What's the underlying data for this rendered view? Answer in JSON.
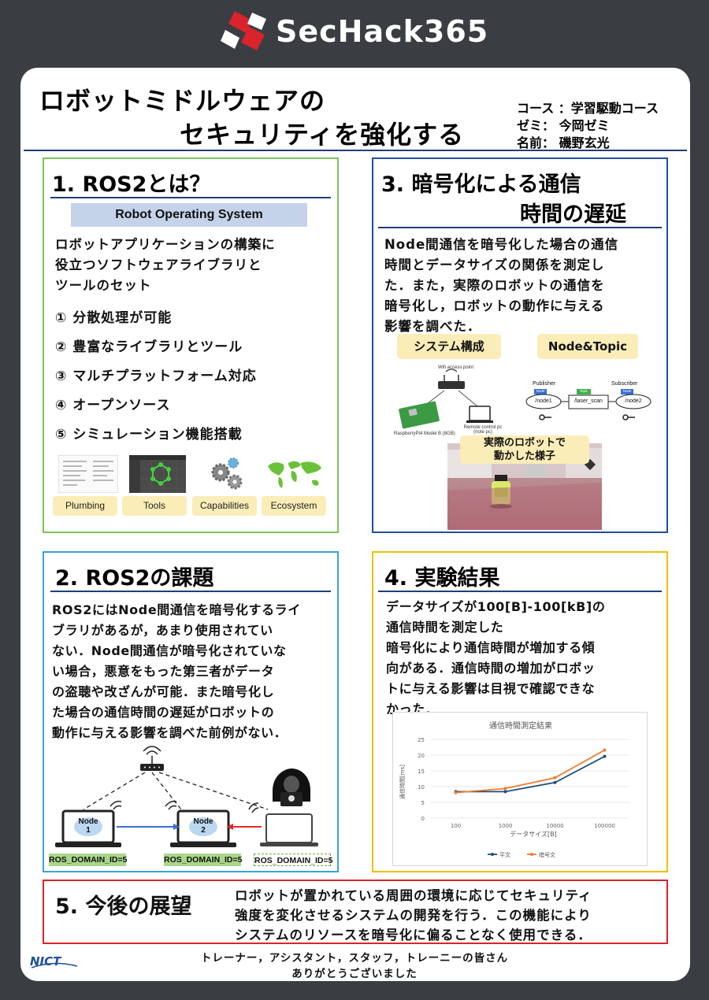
{
  "header": {
    "logo_text": "SecHack365"
  },
  "title": {
    "line1": "ロボットミドルウェアの",
    "line2": "セキュリティを強化する"
  },
  "meta": {
    "course": "コース ：学習駆動コース",
    "seminar": "ゼミ： 今岡ゼミ",
    "name": "名前： 磯野玄光"
  },
  "section1": {
    "title": "1. ROS2とは？",
    "banner": "Robot Operating System",
    "intro": [
      "ロボットアプリケーションの構築に",
      "役立つソフトウェアライブラリと",
      "ツールのセット"
    ],
    "features": [
      "① 分散処理が可能",
      "② 豊富なライブラリとツール",
      "③ マルチプラットフォーム対応",
      "④ オープンソース",
      "⑤ シミュレーション機能搭載"
    ],
    "tags": [
      "Plumbing",
      "Tools",
      "Capabilities",
      "Ecosystem"
    ]
  },
  "section2": {
    "title": "2. ROS2の課題",
    "text": [
      "ROS2にはNode間通信を暗号化するライ",
      "ブラリがあるが，あまり使用されてい",
      "ない．Node間通信が暗号化されていな",
      "い場合，悪意をもった第三者がデータ",
      "の盗聴や改ざんが可能．また暗号化し",
      "た場合の通信時間の遅延がロボットの",
      "動作に与える影響を調べた前例がない．"
    ],
    "diagram": {
      "node1": [
        "Node",
        "1"
      ],
      "node2": [
        "Node",
        "2"
      ],
      "domain_tags": [
        "ROS_DOMAIN_ID=5",
        "ROS_DOMAIN_ID=5",
        "ROS_DOMAIN_ID=5"
      ]
    }
  },
  "section3": {
    "title_line1": "3. 暗号化による通信",
    "title_line2": "時間の遅延",
    "text": [
      "Node間通信を暗号化した場合の通信",
      "時間とデータサイズの関係を測定し",
      "た．また，実際のロボットの通信を",
      "暗号化し，ロボットの動作に与える",
      "影響を調べた．"
    ],
    "pill_system": "システム構成",
    "pill_topic": "Node&Topic",
    "topic_diagram": {
      "publisher": "Publisher",
      "subscriber": "Subscriber",
      "node_label": "Node",
      "topic_label": "Topic",
      "node1": "/node1",
      "topic": "/laser_scan",
      "node2": "/node2"
    },
    "system_diagram": {
      "ap": "Wifi access point",
      "rpi": "RaspberryPi4 Model B (8GB)",
      "pc": "Remote control pc (note pc)"
    },
    "photo_caption": [
      "実際のロボットで",
      "動かした様子"
    ]
  },
  "section4": {
    "title": "4. 実験結果",
    "text": [
      "データサイズが100[B]-100[kB]の",
      "通信時間を測定した",
      "暗号化により通信時間が増加する傾",
      "向がある．通信時間の増加がロボッ",
      "トに与える影響は目視で確認できな",
      "かった．"
    ]
  },
  "chart_data": {
    "type": "line",
    "title": "通信時間測定結果",
    "xlabel": "データサイズ[B]",
    "ylabel": "通信時間[ms]",
    "categories": [
      "100",
      "1000",
      "10000",
      "100000"
    ],
    "series": [
      {
        "name": "平文",
        "values": [
          8.4,
          8.4,
          11.3,
          19.6
        ],
        "color": "#1f4e79"
      },
      {
        "name": "暗号文",
        "values": [
          8.1,
          9.4,
          12.8,
          21.6
        ],
        "color": "#ed7d31"
      }
    ],
    "ylim": [
      0,
      25
    ],
    "yticks": [
      "0",
      "5",
      "10",
      "15",
      "20",
      "25"
    ],
    "legend": "bottom"
  },
  "section5": {
    "title": "5. 今後の展望",
    "text": [
      "ロボットが置かれている周囲の環境に応じてセキュリティ",
      "強度を変化させるシステムの開発を行う．この機能により",
      "システムのリソースを暗号化に偏ることなく使用できる．"
    ]
  },
  "footer": {
    "line1": "トレーナー，アシスタント，スタッフ，トレーニーの皆さん",
    "line2": "ありがとうございました",
    "nict": "NICT"
  },
  "colors": {
    "background": "#3a3d42",
    "section1_border": "#7cc35a",
    "section2_border": "#3aa2dc",
    "section3_border": "#1f4fa0",
    "section4_border": "#f0c000",
    "section5_border": "#d9242b",
    "tag_fill": "#fbedb7",
    "logo_red": "#d9242b"
  }
}
